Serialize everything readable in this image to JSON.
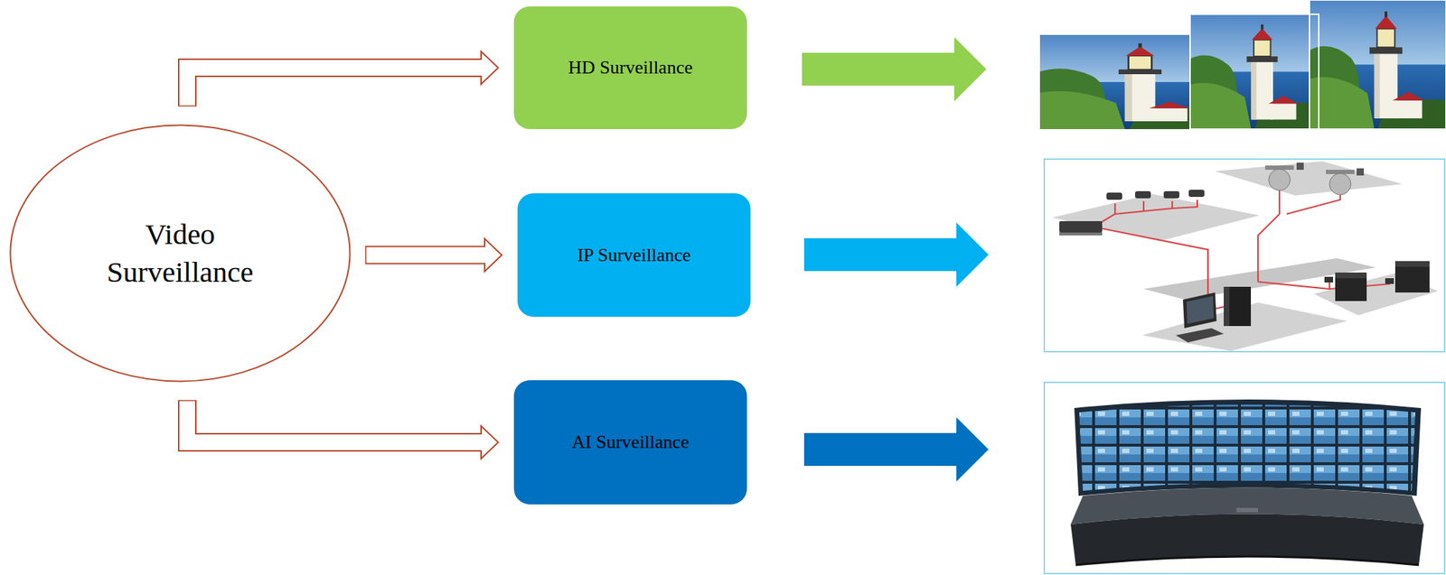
{
  "diagram": {
    "nodes": [
      {
        "text": [
          "Video Surveillance"
        ]
      },
      {
        "text": [
          "HD Surveillance"
        ]
      },
      {
        "text": [
          "IP Surveillance"
        ]
      },
      {
        "text": [
          "AI Surveillance"
        ]
      }
    ],
    "edges": [
      {
        "from": 0,
        "to": 1,
        "arrow": "to"
      },
      {
        "from": 0,
        "to": 2,
        "arrow": "to"
      },
      {
        "from": 0,
        "to": 3,
        "arrow": "to"
      }
    ]
  }
}
